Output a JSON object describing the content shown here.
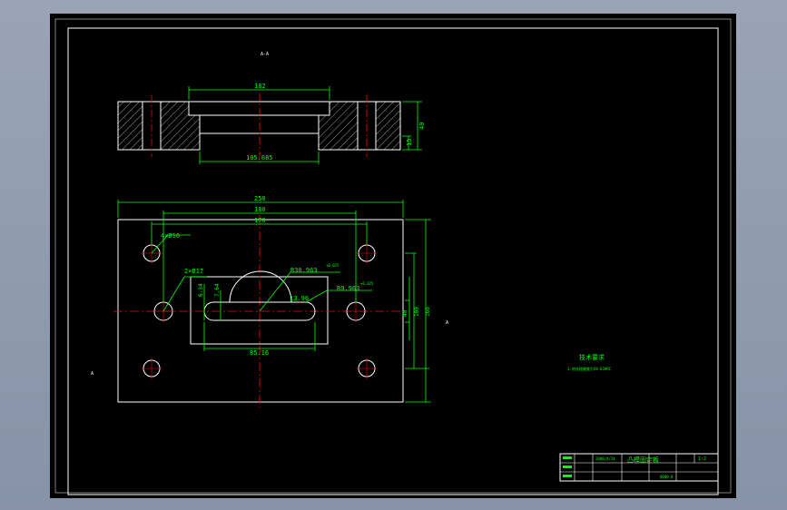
{
  "drawing": {
    "section_label": "A-A",
    "view_label": "A",
    "dims": {
      "top_width": "182",
      "height": "40",
      "step_height": "15",
      "bottom_width": "105.685",
      "plate_width": "250",
      "hole_spacing_outer": "180",
      "hole_spacing_inner": "170",
      "holes_4": "4×Ø16",
      "holes_2": "2×Ø17",
      "arc_radius": "R30.963",
      "arc_tol": "+0.025",
      "small_radius": "R9.963",
      "small_tol": "+0.025",
      "slot_width": "13.96",
      "dim_a": "6.34",
      "dim_b": "7.64",
      "slot_length": "85.16",
      "side_1": "40",
      "side_2": "100",
      "side_3": "160"
    },
    "notes": {
      "title": "技术要求",
      "line1": "1.热处理硬度为58-62HRC"
    },
    "title_block": {
      "part_name": "凸模固定板",
      "scale": "1:2",
      "date": "2008/4/24",
      "drawing_no": "0000-0"
    }
  },
  "colors": {
    "background": "#000000",
    "frame": "#ffffff",
    "dimension": "#00ff00",
    "centerline": "#ff0000"
  }
}
